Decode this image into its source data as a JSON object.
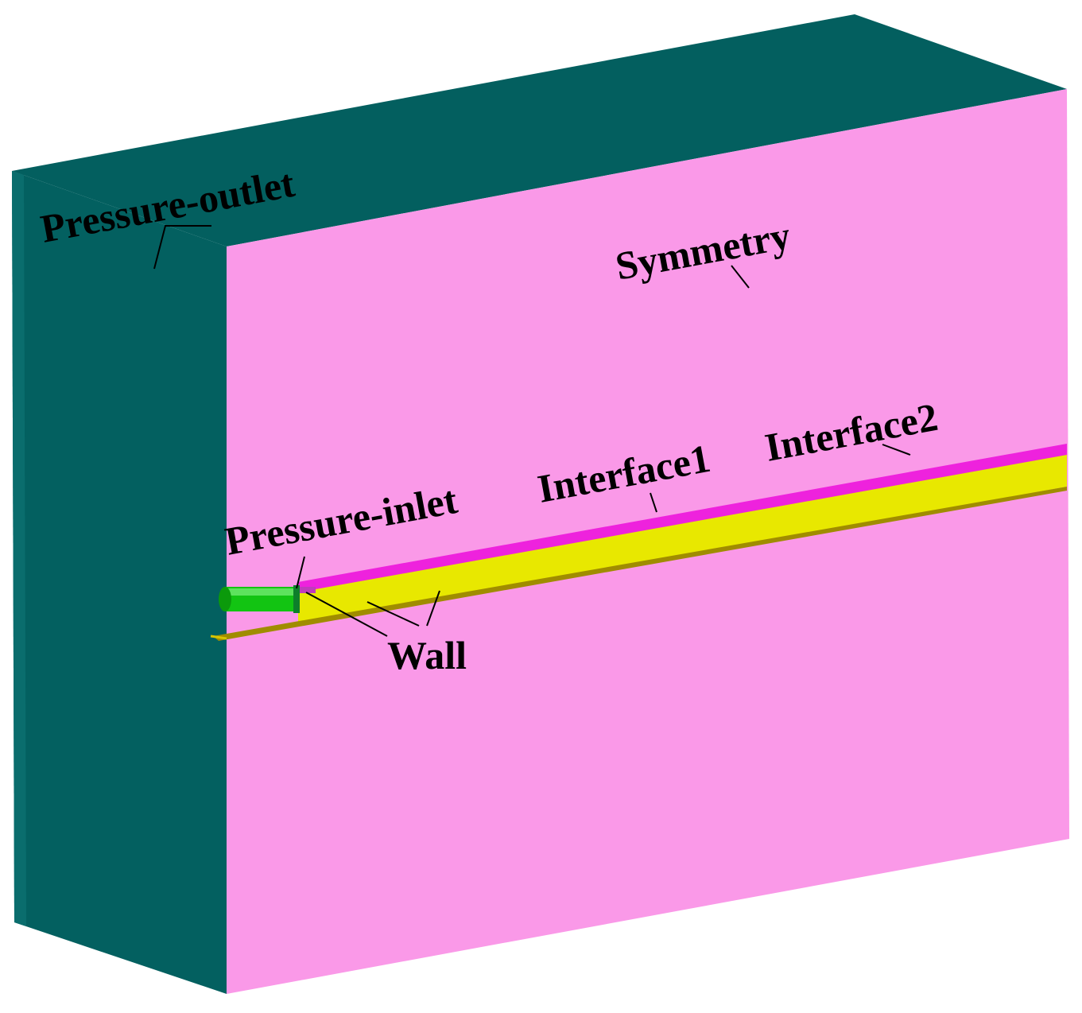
{
  "colors": {
    "outlet_face": "#036060",
    "outlet_top": "#035f5f",
    "symmetry_face": "#fa99e8",
    "interface1": "#ee22dd",
    "interface2": "#e8e800",
    "inlet_pipe": "#0ec40e",
    "wall_line": "#a08c00",
    "label_text": "#000000"
  },
  "labels": {
    "pressure_outlet": "Pressure-outlet",
    "symmetry": "Symmetry",
    "interface1": "Interface1",
    "interface2": "Interface2",
    "pressure_inlet": "Pressure-inlet",
    "wall": "Wall"
  }
}
